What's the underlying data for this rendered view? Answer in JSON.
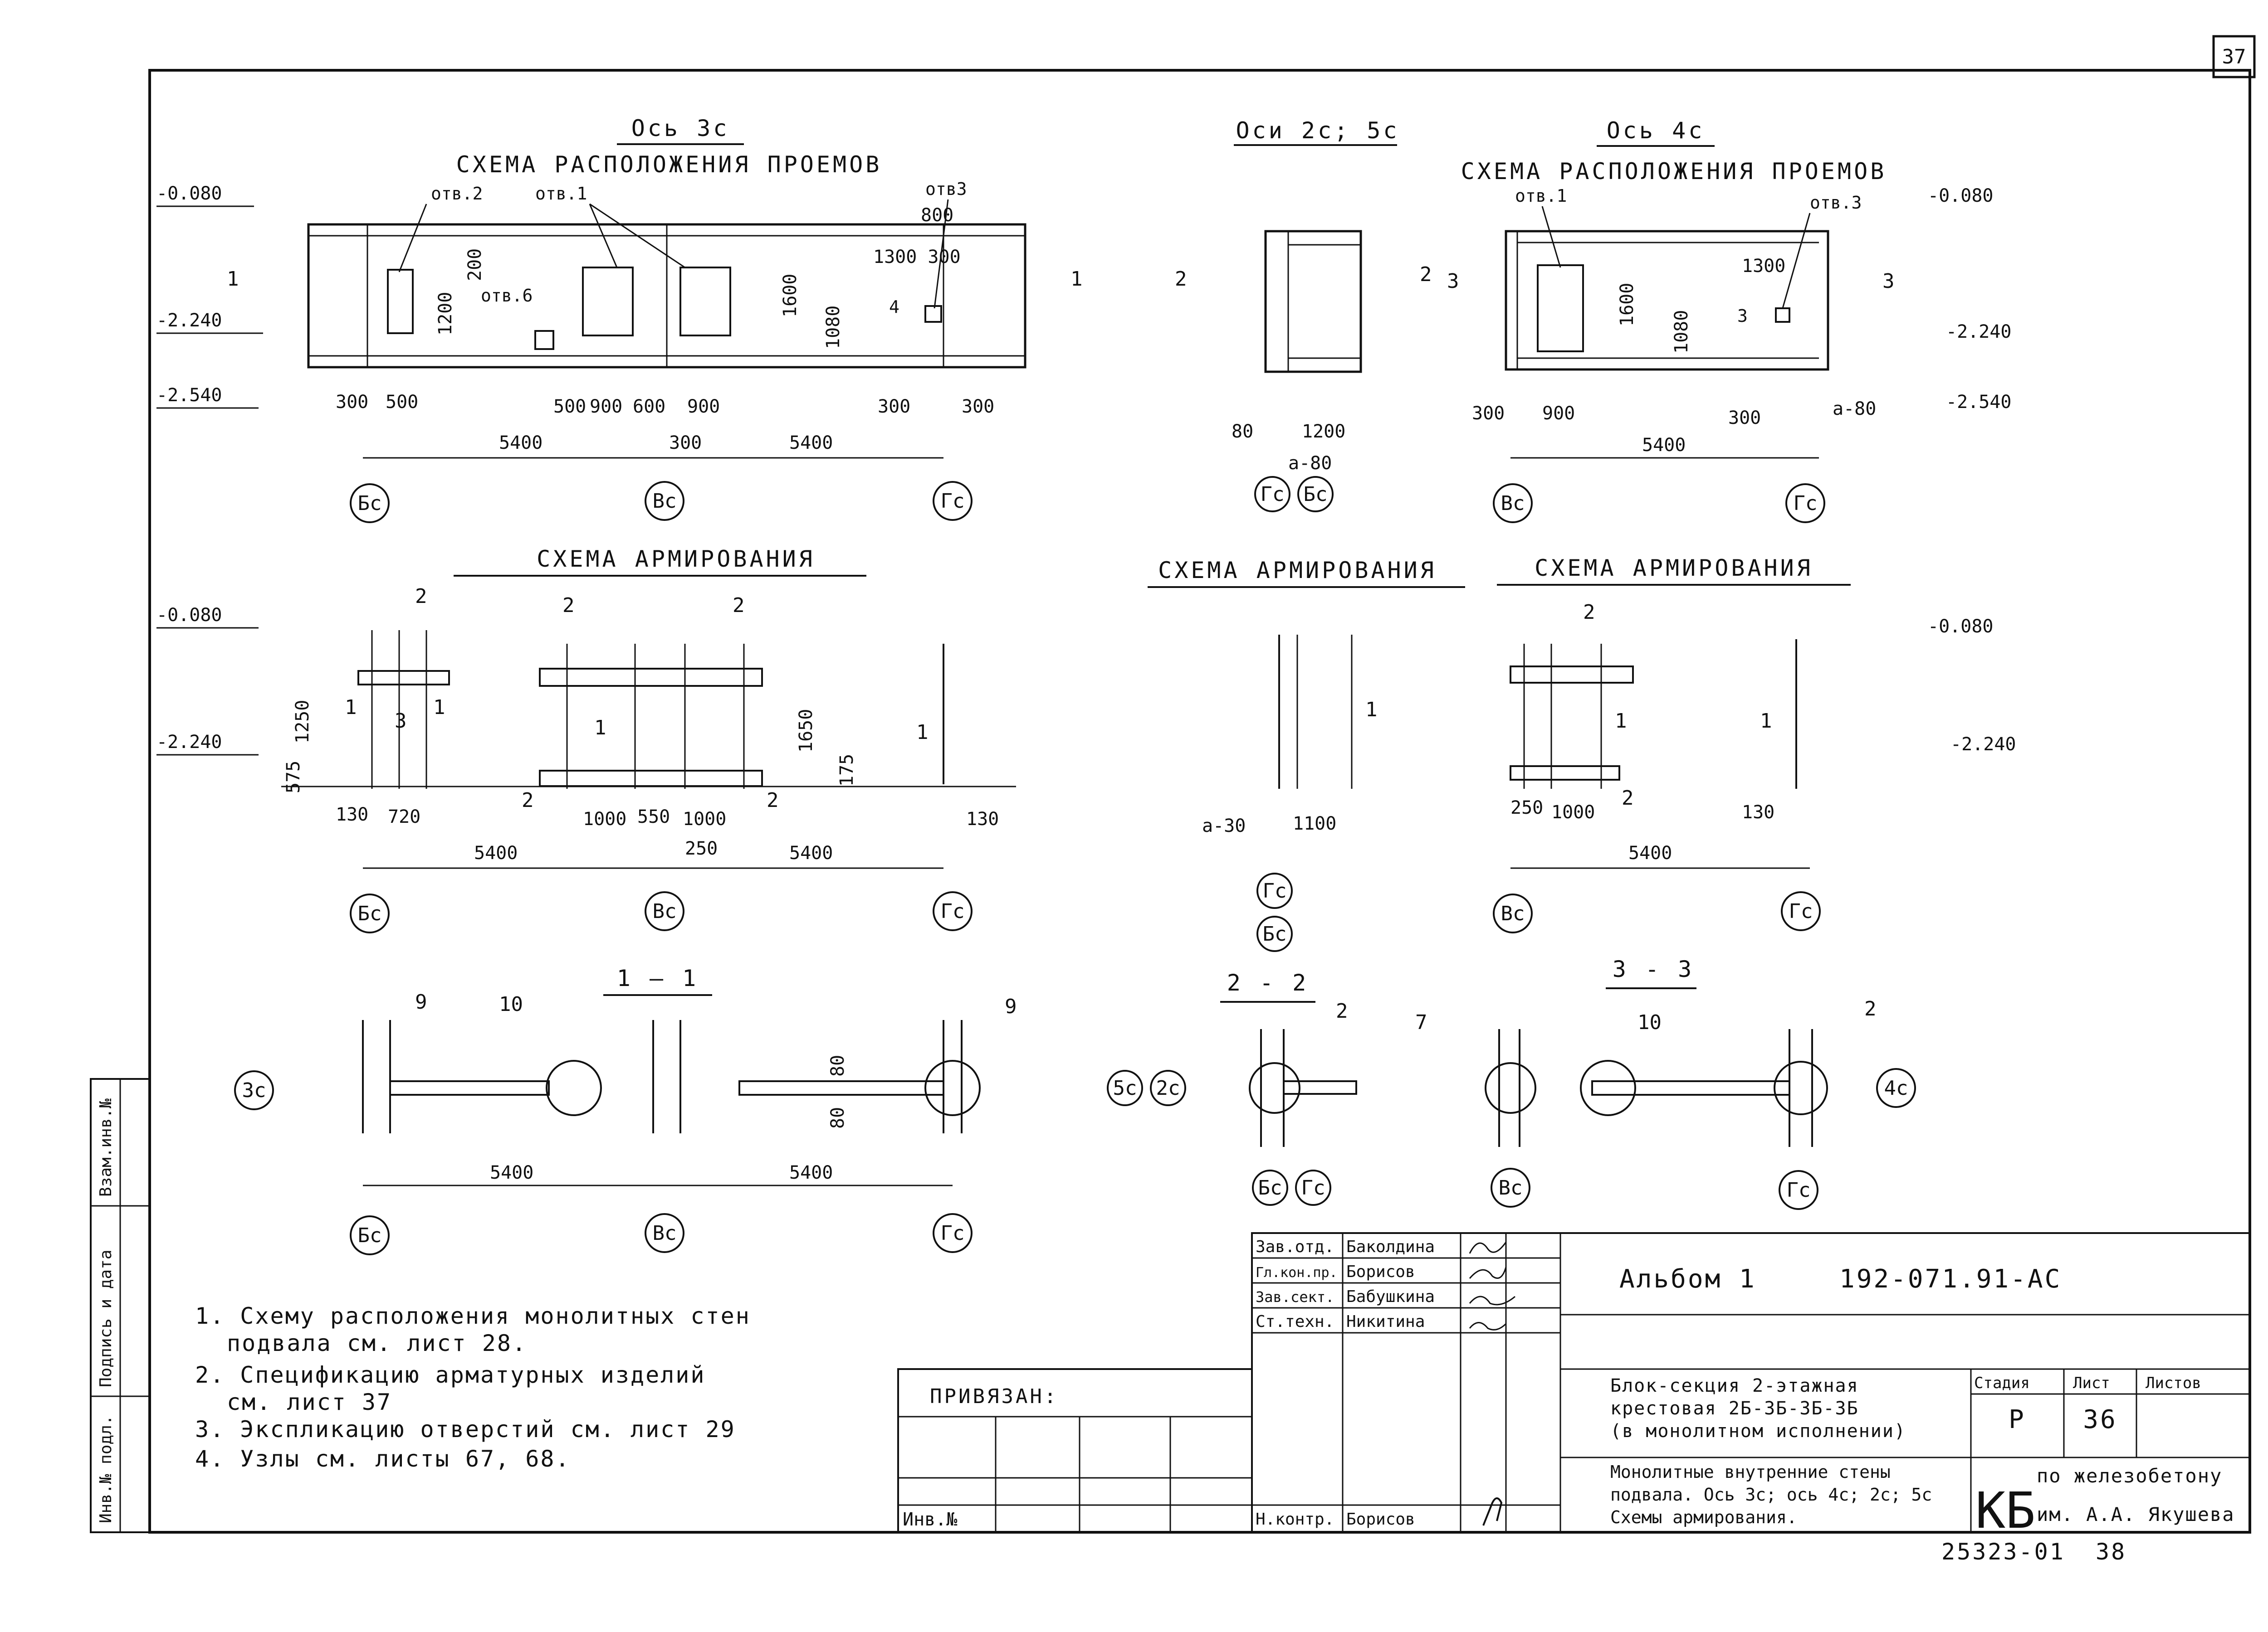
{
  "sheet_number": "37",
  "bottom_code": "25323-01",
  "bottom_num": "38",
  "titles": {
    "axis3c": "Ось 3с",
    "openings_3c": "СХЕМА РАСПОЛОЖЕНИЯ ПРОЕМОВ",
    "axes25c": "Оси 2с; 5с",
    "axis4c": "Ось 4с",
    "openings_4c": "СХЕМА РАСПОЛОЖЕНИЯ ПРОЕМОВ",
    "rebar_3c": "СХЕМА АРМИРОВАНИЯ",
    "rebar_25c": "СХЕМА АРМИРОВАНИЯ",
    "rebar_4c": "СХЕМА АРМИРОВАНИЯ",
    "sec11": "1 — 1",
    "sec22": "2 - 2",
    "sec33": "3 - 3"
  },
  "levels": {
    "top": "-0.080",
    "mid": "-2.240",
    "bot": "-2.540"
  },
  "openings": {
    "otv1": "отв.1",
    "otv2": "отв.2",
    "otv3": "отв.3",
    "otv3b": "отв3",
    "otv6": "отв.6"
  },
  "axes": {
    "bs": "Бс",
    "vs": "Вс",
    "gs": "Гс",
    "gs2": "Гс",
    "bs2": "Бс",
    "c3": "3с",
    "c5": "5с",
    "c2": "2с",
    "c4": "4с"
  },
  "dims": {
    "d5400": "5400",
    "d300": "300",
    "d500": "500",
    "d900": "900",
    "d600": "600",
    "d1200": "1200",
    "d200": "200",
    "d1600": "1600",
    "d1080": "1080",
    "d800": "800",
    "d1300": "1300",
    "d80": "80",
    "da80": "а-80",
    "d1250": "1250",
    "d575": "575",
    "d130": "130",
    "d720": "720",
    "d1000": "1000",
    "d550": "550",
    "d250": "250",
    "d1650": "1650",
    "d175": "175",
    "d1100": "1100",
    "da30": "а-30",
    "d1200b": "1200",
    "d300x300": "1300  300"
  },
  "marks": {
    "m1": "1",
    "m2": "2",
    "m3": "3",
    "m4": "4",
    "m7": "7",
    "m9": "9",
    "m10": "10"
  },
  "notes": [
    "1. Схему расположения монолитных стен подвала см. лист 28.",
    "2. Спецификацию арматурных изделий см. лист 37",
    "3. Экспликацию отверстий см. лист 29",
    "4. Узлы см. листы 67, 68."
  ],
  "notes_lines": [
    "1. Схему расположения монолитных стен",
    "подвала см. лист 28.",
    "2. Спецификацию арматурных изделий",
    "см. лист 37",
    "3. Экспликацию отверстий см. лист 29",
    "4. Узлы см. листы 67, 68."
  ],
  "side_stamp": [
    "Инв.№ подл.",
    "Подпись и дата",
    "Взам.инв.№"
  ],
  "title_block": {
    "roles": [
      "Зав.отд.",
      "Гл.кон.пр.",
      "Зав.сект.",
      "Ст.техн."
    ],
    "names": [
      "Баколдина",
      "Борисов",
      "Бабушкина",
      "Никитина"
    ],
    "nkontr_role": "Н.контр.",
    "nkontr_name": "Борисов",
    "privyazan": "ПРИВЯЗАН:",
    "inv_no": "Инв.№",
    "album": "Альбом 1",
    "code": "192-071.91-АС",
    "desc1": "Блок-секция 2-этажная",
    "desc2": "крестовая 2Б-3Б-3Б-3Б",
    "desc3": "(в монолитном исполнении)",
    "sub1": "Монолитные внутренние стены",
    "sub2": "подвала. Ось 3с; ось 4с; 2с; 5с",
    "sub3": "Схемы армирования.",
    "col_stage": "Стадия",
    "col_sheet": "Лист",
    "col_sheets": "Листов",
    "val_stage": "Р",
    "val_sheet": "36",
    "org_logo": "КБ",
    "org1": "по железобетону",
    "org2": "им. А.А. Якушева"
  }
}
